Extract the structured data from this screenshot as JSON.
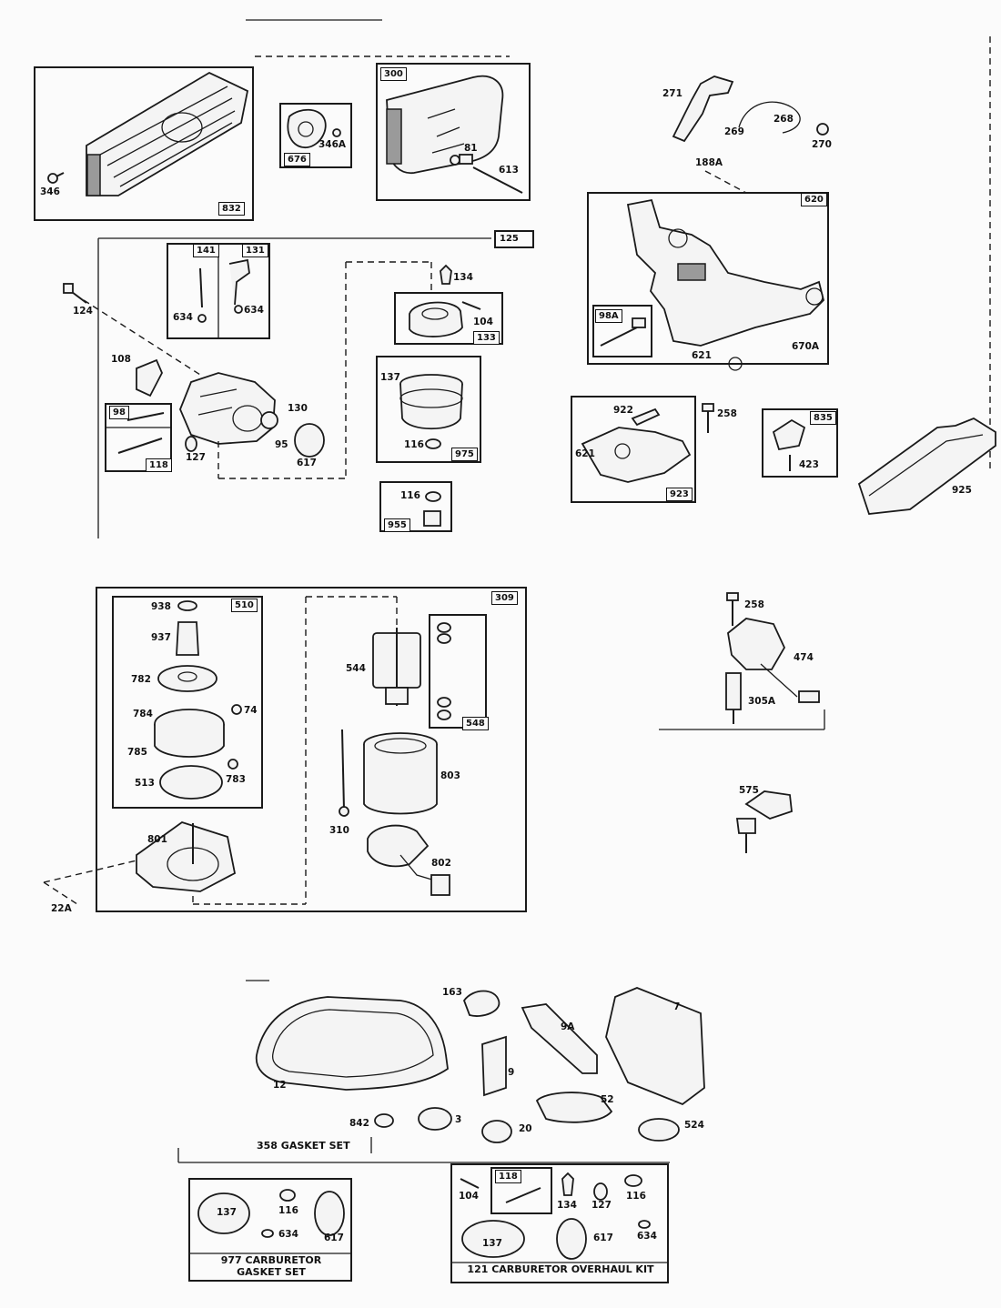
{
  "labels": {
    "l346": "346",
    "l832": "832",
    "l676": "676",
    "l346a": "346A",
    "l300": "300",
    "l81": "81",
    "l613": "613",
    "l271": "271",
    "l269": "269",
    "l268": "268",
    "l270": "270",
    "l188a": "188A",
    "l620": "620",
    "l125": "125",
    "l141": "141",
    "l131": "131",
    "l634a": "634",
    "l634b": "634",
    "l124": "124",
    "l108": "108",
    "l98": "98",
    "l118": "118",
    "l127": "127",
    "l130": "130",
    "l95": "95",
    "l617": "617",
    "l134": "134",
    "l104": "104",
    "l133": "133",
    "l137": "137",
    "l116": "116",
    "l975": "975",
    "l116b": "116",
    "l955": "955",
    "l98a": "98A",
    "l621": "621",
    "l670a": "670A",
    "l922": "922",
    "l621b": "621",
    "l923": "923",
    "l258": "258",
    "l835": "835",
    "l423": "423",
    "l925": "925",
    "l510": "510",
    "l938": "938",
    "l937": "937",
    "l782": "782",
    "l74": "74",
    "l784": "784",
    "l785": "785",
    "l513": "513",
    "l783": "783",
    "l801": "801",
    "l22a": "22A",
    "l309": "309",
    "l544": "544",
    "l548": "548",
    "l803": "803",
    "l310": "310",
    "l802": "802",
    "l258b": "258",
    "l474": "474",
    "l305a": "305A",
    "l575": "575",
    "l163": "163",
    "l7": "7",
    "l9a": "9A",
    "l12": "12",
    "l9": "9",
    "l52": "52",
    "l842": "842",
    "l3": "3",
    "l20": "20",
    "l524": "524",
    "l358": "358 GASKET SET",
    "k137": "137",
    "k116": "116",
    "k634": "634",
    "k617": "617",
    "k977": "977 CARBURETOR\nGASKET SET",
    "m118": "118",
    "m104": "104",
    "m134": "134",
    "m127": "127",
    "m116": "116",
    "m137": "137",
    "m617": "617",
    "m634": "634",
    "m121": "121 CARBURETOR OVERHAUL KIT"
  }
}
